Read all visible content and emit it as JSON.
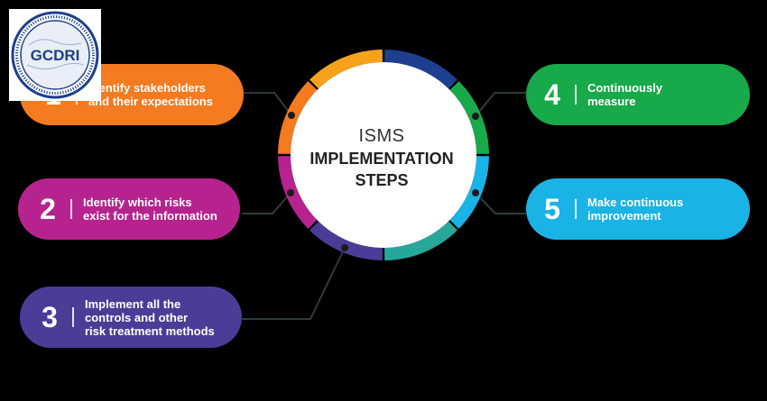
{
  "center": {
    "line1": "ISMS",
    "line2": "IMPLEMENTATION",
    "line3": "STEPS"
  },
  "logo": {
    "text": "GCDRI"
  },
  "steps": [
    {
      "num": "1",
      "line1": "Identify stakeholders",
      "line2": "and their expectations",
      "line3": "",
      "color": "#f47b20"
    },
    {
      "num": "2",
      "line1": "Identify which risks",
      "line2": "exist for the information",
      "line3": "",
      "color": "#b6238f"
    },
    {
      "num": "3",
      "line1": "Implement all the",
      "line2": "controls and other",
      "line3": "risk treatment methods",
      "color": "#4b3c97"
    },
    {
      "num": "4",
      "line1": "Continuously",
      "line2": "measure",
      "line3": "",
      "color": "#18a94a"
    },
    {
      "num": "5",
      "line1": "Make continuous",
      "line2": "improvement",
      "line3": "",
      "color": "#19b3e6"
    }
  ],
  "ring_colors": [
    "#1d3f8f",
    "#18a94a",
    "#19b3e6",
    "#27a79a",
    "#4b3c97",
    "#b6238f",
    "#f47b20",
    "#f7a21b"
  ]
}
